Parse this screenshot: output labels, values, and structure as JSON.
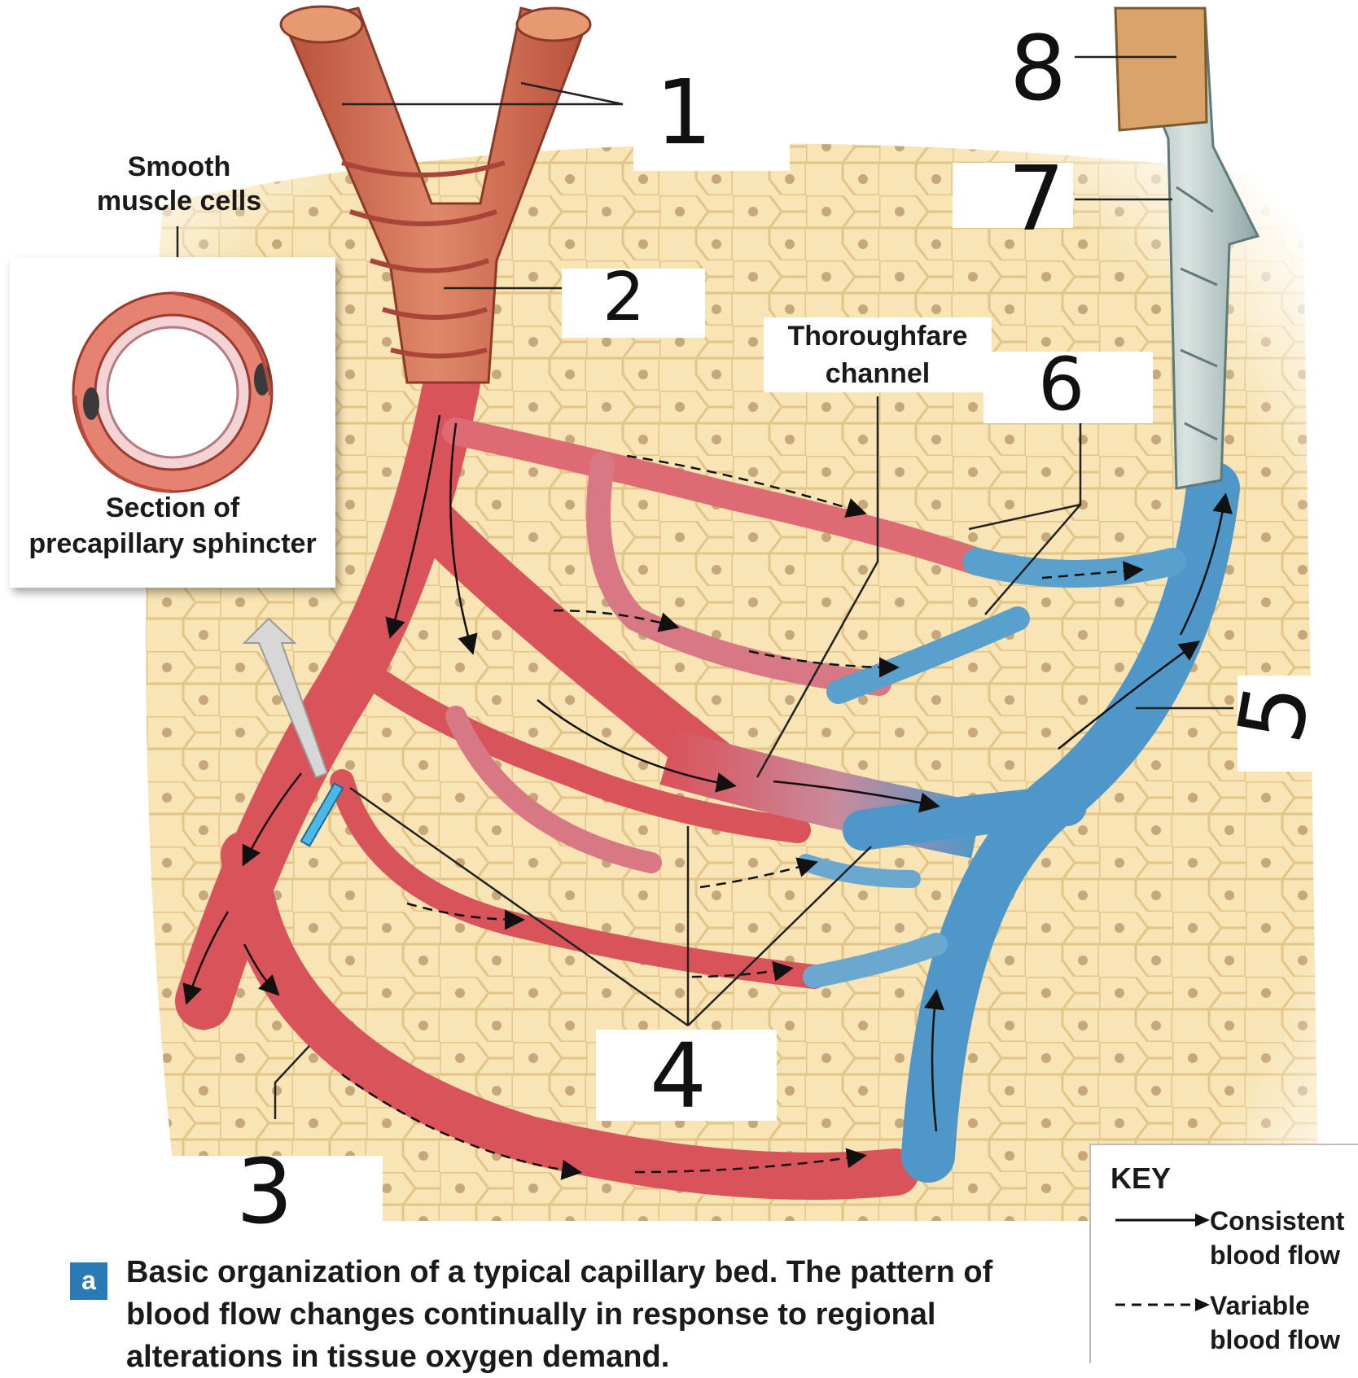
{
  "inset": {
    "top_label": "Smooth\nmuscle cells",
    "bottom_label": "Section of\nprecapillary sphincter"
  },
  "labels": {
    "thoroughfare": "Thoroughfare\nchannel"
  },
  "handwritten": {
    "n1": "1",
    "n2": "2",
    "n3": "3",
    "n4": "4",
    "n5": "5",
    "n6": "6",
    "n7": "7",
    "n8": "8"
  },
  "key": {
    "title": "KEY",
    "consistent": "Consistent\nblood flow",
    "variable": "Variable\nblood flow"
  },
  "caption": {
    "badge": "a",
    "text": "Basic organization of a typical capillary bed. The pattern of blood flow changes continually in response to regional alterations in tissue oxygen demand."
  },
  "colors": {
    "artery": "#d9535b",
    "vein": "#4f97c8",
    "tissue": "#f7e1ad",
    "cell_border": "#e3c98c",
    "nucleus": "#b89a6a",
    "arteriole_wall": "#d98a6a"
  }
}
